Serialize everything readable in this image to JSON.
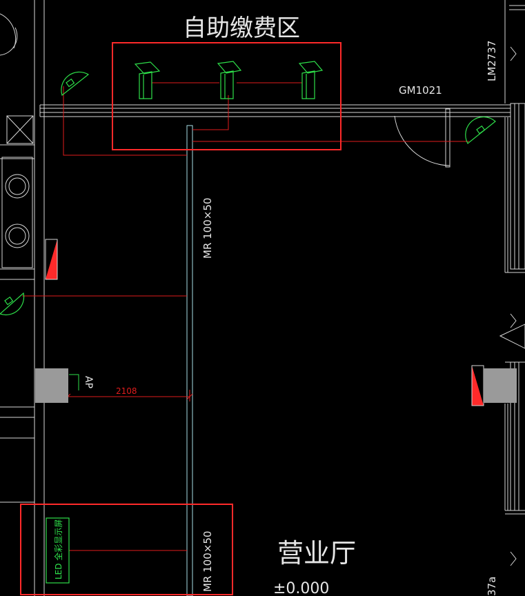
{
  "zones": {
    "self_service": {
      "title": "自助缴费区"
    },
    "hall": {
      "title": "营业厅",
      "elevation": "±0.000"
    }
  },
  "labels": {
    "door": "GM1021",
    "window": "LM2737",
    "tray_upper": "MR 100×50",
    "tray_lower": "MR 100×50",
    "access_point": "AP",
    "dimension": "2108",
    "led_screen": "LED 全彩显示屏",
    "edge_fragment": "37a"
  },
  "colors": {
    "background": "#000000",
    "wall": "#d8d8d8",
    "tray": "#a8e0e8",
    "wire": "#e01c1c",
    "highlight_box": "#ff2a2a",
    "device": "#2ee04a",
    "column": "#9a9a9a"
  },
  "icons": [
    "kiosk-icon",
    "wifi-ap-icon",
    "panel-box-icon",
    "door-swing-icon",
    "camera-icon"
  ]
}
